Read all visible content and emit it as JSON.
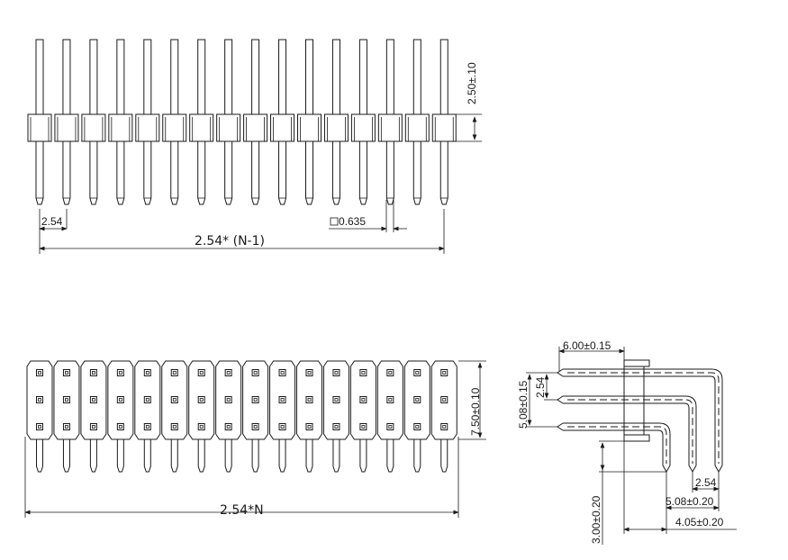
{
  "drawing": {
    "pin_count": 16,
    "top_view": {
      "pitch_label": "2.54",
      "length_label": "2.54* (N-1)",
      "pin_size_label": "0.635",
      "pin_size_symbol": "square",
      "body_height_label": "2.50±.10"
    },
    "front_view": {
      "width_label": "2.54*N",
      "height_label": "7.50±0.10"
    },
    "side_view": {
      "tail_length_label": "6.00±0.15",
      "row_pitch_label": "2.54",
      "row_span_label": "5.08±0.15",
      "bottom_pitch_label": "2.54",
      "bottom_span_label": "5.08±0.20",
      "offset_label": "4.05±0.20",
      "stand_label": "3.00±0.20"
    }
  }
}
